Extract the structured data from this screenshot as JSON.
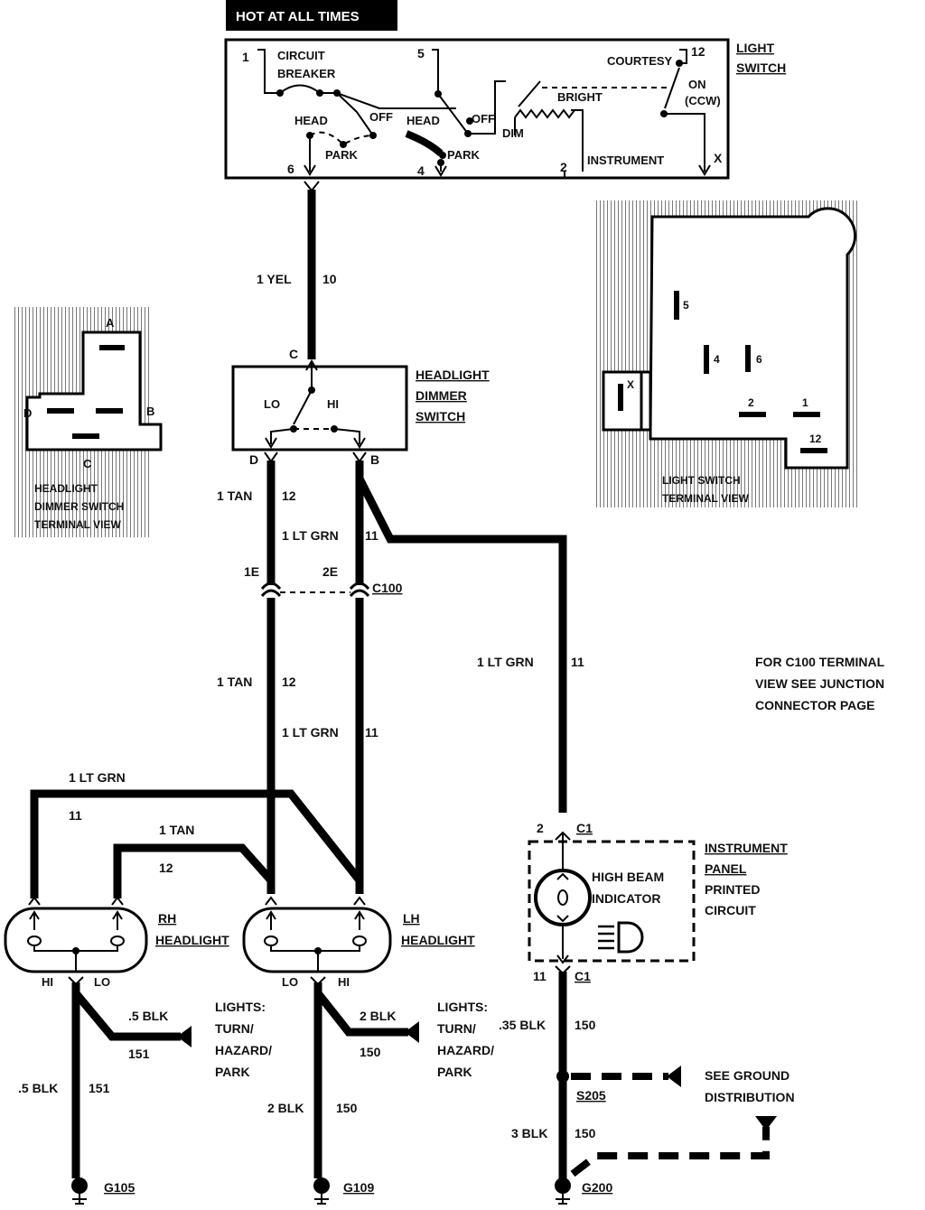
{
  "hot_label": "HOT AT ALL TIMES",
  "light_switch": {
    "title_line1": "LIGHT",
    "title_line2": "SWITCH",
    "circuit_breaker_line1": "CIRCUIT",
    "circuit_breaker_line2": "BREAKER",
    "courtesy": "COURTESY",
    "on": "ON",
    "ccw": "(CCW)",
    "bright": "BRIGHT",
    "dim": "DIM",
    "head1": "HEAD",
    "head2": "HEAD",
    "off1": "OFF",
    "off2": "OFF",
    "park1": "PARK",
    "park2": "PARK",
    "instrument": "INSTRUMENT",
    "pin_1": "1",
    "pin_5": "5",
    "pin_12": "12",
    "pin_6": "6",
    "pin_4": "4",
    "pin_2": "2",
    "pin_x": "X"
  },
  "ls_terminal_view": {
    "caption_line1": "LIGHT SWITCH",
    "caption_line2": "TERMINAL VIEW",
    "t5": "5",
    "t4": "4",
    "t6": "6",
    "t2": "2",
    "t1": "1",
    "t12": "12",
    "tx": "X"
  },
  "dimmer_terminal_view": {
    "caption_line1": "HEADLIGHT",
    "caption_line2": "DIMMER SWITCH",
    "caption_line3": "TERMINAL VIEW",
    "ta": "A",
    "tb": "B",
    "tc": "C",
    "td": "D"
  },
  "dimmer_switch": {
    "title_line1": "HEADLIGHT",
    "title_line2": "DIMMER",
    "title_line3": "SWITCH",
    "lo": "LO",
    "hi": "HI",
    "pin_c": "C",
    "pin_d": "D",
    "pin_b": "B"
  },
  "wires": {
    "yel_label": "1 YEL",
    "yel_circuit": "10",
    "tan_label": "1 TAN",
    "tan_circuit": "12",
    "ltgrn_label": "1 LT GRN",
    "ltgrn_circuit": "11",
    "tan_label_2": "1 TAN",
    "tan_circuit_2": "12",
    "ltgrn_label_2": "1 LT GRN",
    "ltgrn_circuit_2": "11",
    "ltgrn_label_3": "1 LT GRN",
    "ltgrn_circuit_3": "11",
    "rh_ltgrn_label": "1 LT GRN",
    "rh_ltgrn_circuit": "11",
    "rh_tan_label": "1 TAN",
    "rh_tan_circuit": "12"
  },
  "c100": {
    "pin_1e": "1E",
    "pin_2e": "2E",
    "label": "C100"
  },
  "note": {
    "line1": "FOR C100 TERMINAL",
    "line2": "VIEW SEE JUNCTION",
    "line3": "CONNECTOR PAGE"
  },
  "rh_headlight": {
    "title_line1": "RH",
    "title_line2": "HEADLIGHT",
    "hi": "HI",
    "lo": "LO",
    "wire1_label": ".5 BLK",
    "wire1_circuit": "151",
    "wire2_label": ".5 BLK",
    "wire2_circuit": "151",
    "lights_line1": "LIGHTS:",
    "lights_line2": "TURN/",
    "lights_line3": "HAZARD/",
    "lights_line4": "PARK",
    "ground": "G105"
  },
  "lh_headlight": {
    "title_line1": "LH",
    "title_line2": "HEADLIGHT",
    "lo": "LO",
    "hi": "HI",
    "wire1_label": "2 BLK",
    "wire1_circuit": "150",
    "wire2_label": "2 BLK",
    "wire2_circuit": "150",
    "lights_line1": "LIGHTS:",
    "lights_line2": "TURN/",
    "lights_line3": "HAZARD/",
    "lights_line4": "PARK",
    "ground": "G109"
  },
  "instrument_panel": {
    "title_line1": "INSTRUMENT",
    "title_line2": "PANEL",
    "title_line3": "PRINTED",
    "title_line4": "CIRCUIT",
    "indicator_line1": "HIGH BEAM",
    "indicator_line2": "INDICATOR",
    "pin_top": "2",
    "conn_top": "C1",
    "pin_bottom": "11",
    "conn_bottom": "C1",
    "wire1_label": ".35 BLK",
    "wire1_circuit": "150",
    "splice": "S205",
    "see_ground_line1": "SEE GROUND",
    "see_ground_line2": "DISTRIBUTION",
    "wire2_label": "3 BLK",
    "wire2_circuit": "150",
    "ground": "G200"
  }
}
